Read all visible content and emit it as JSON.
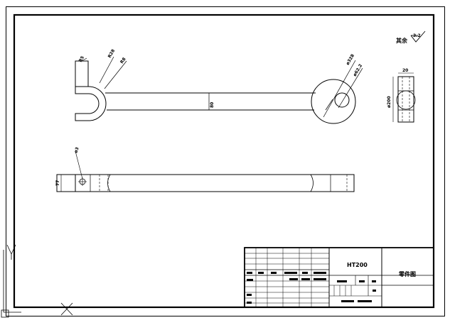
{
  "drawing": {
    "roughness_symbol": "其余",
    "roughness_value": "3.2",
    "dims": {
      "slot_width": "R5",
      "bend_outer": "R28",
      "bend_inner": "R8",
      "bar_width": "80",
      "disc_outer": "ø328",
      "disc_hole": "ø62.2",
      "side_width": "20",
      "side_height": "ø200",
      "hole_note": "ø3",
      "bar_thickness": "77"
    }
  },
  "title_block": {
    "material": "HT200",
    "name": "零件图"
  },
  "colors": {
    "line": "#000000",
    "background": "#ffffff"
  }
}
